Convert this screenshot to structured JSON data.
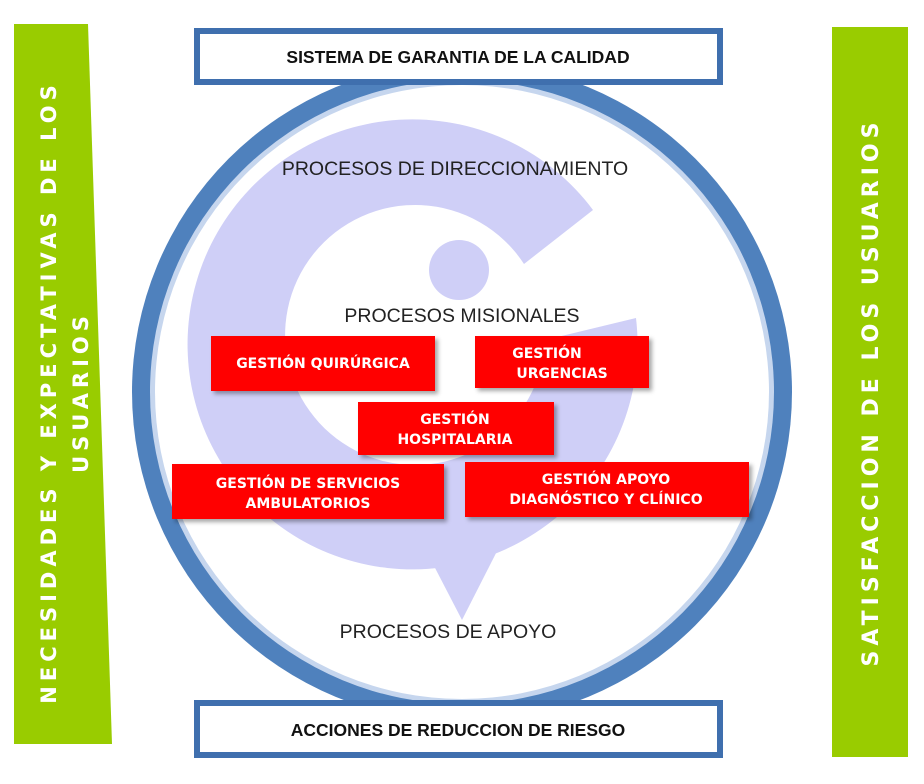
{
  "top_box": {
    "label": "SISTEMA DE GARANTIA DE LA CALIDAD"
  },
  "bottom_box": {
    "label": "ACCIONES DE REDUCCION DE RIESGO"
  },
  "left_banner": {
    "line1": "NECESIDADES Y EXPECTATIVAS DE LOS",
    "line2": "USUARIOS"
  },
  "right_banner": {
    "label": "SATISFACCION DE LOS USUARIOS"
  },
  "processes": {
    "direccionamiento": "PROCESOS DE DIRECCIONAMIENTO",
    "misionales": "PROCESOS MISIONALES",
    "apoyo": "PROCESOS DE APOYO"
  },
  "gestion_boxes": {
    "quirurgica": {
      "line1": "GESTIÓN QUIRÚRGICA",
      "line2": ""
    },
    "urgencias": {
      "line1": "GESTIÓN",
      "line2": "URGENCIAS"
    },
    "hospitalaria": {
      "line1": "GESTIÓN",
      "line2": "HOSPITALARIA"
    },
    "ambulatorios": {
      "line1": "GESTIÓN DE SERVICIOS",
      "line2": "AMBULATORIOS"
    },
    "apoyo_diagnostico": {
      "line1": "GESTIÓN APOYO",
      "line2": "DIAGNÓSTICO Y CLÍNICO"
    }
  },
  "colors": {
    "green": "#99CC00",
    "ring_blue": "#4F81BD",
    "ring_inner": "#C6D6EE",
    "logo_lavender": "#CFCFF7",
    "red": "#FF0000",
    "box_border": "#3F6FAE"
  }
}
